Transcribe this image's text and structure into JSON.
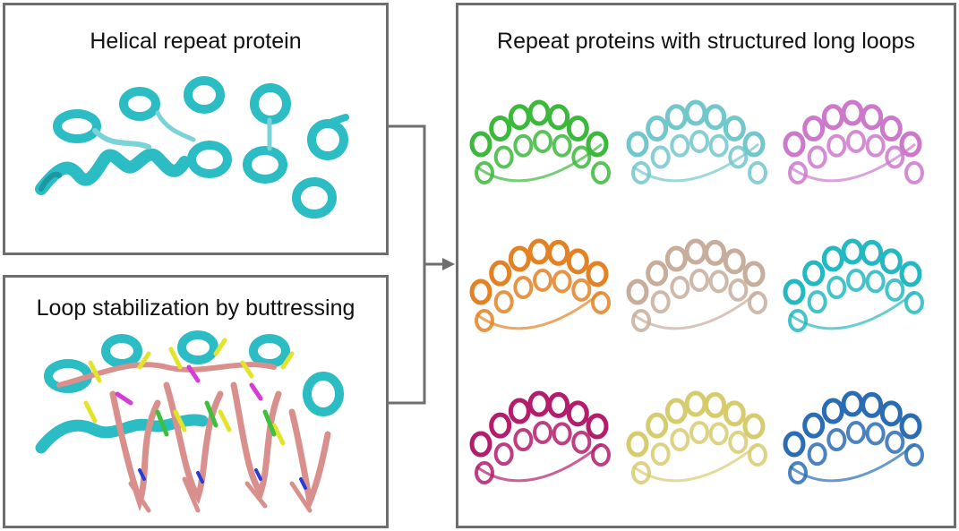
{
  "panels": {
    "helical": {
      "title": "Helical repeat protein"
    },
    "loop": {
      "title": "Loop stabilization by buttressing"
    },
    "repeats": {
      "title": "Repeat proteins with structured long loops"
    }
  },
  "colors": {
    "border": "#6e6e6e",
    "helix_cyan": "#2bbcc4",
    "loop_salmon": "#d9908c",
    "sidechain_yellow": "#e3e32a",
    "sidechain_green": "#3fbf3f",
    "sidechain_magenta": "#d63cd6",
    "nitrogen_blue": "#2a3cd6"
  },
  "structure_colors": [
    "#3cb83c",
    "#72c7cc",
    "#cc79cc",
    "#e38224",
    "#c7ad9c",
    "#23b8c2",
    "#b31d6b",
    "#d6cc6e",
    "#2a6db5"
  ]
}
